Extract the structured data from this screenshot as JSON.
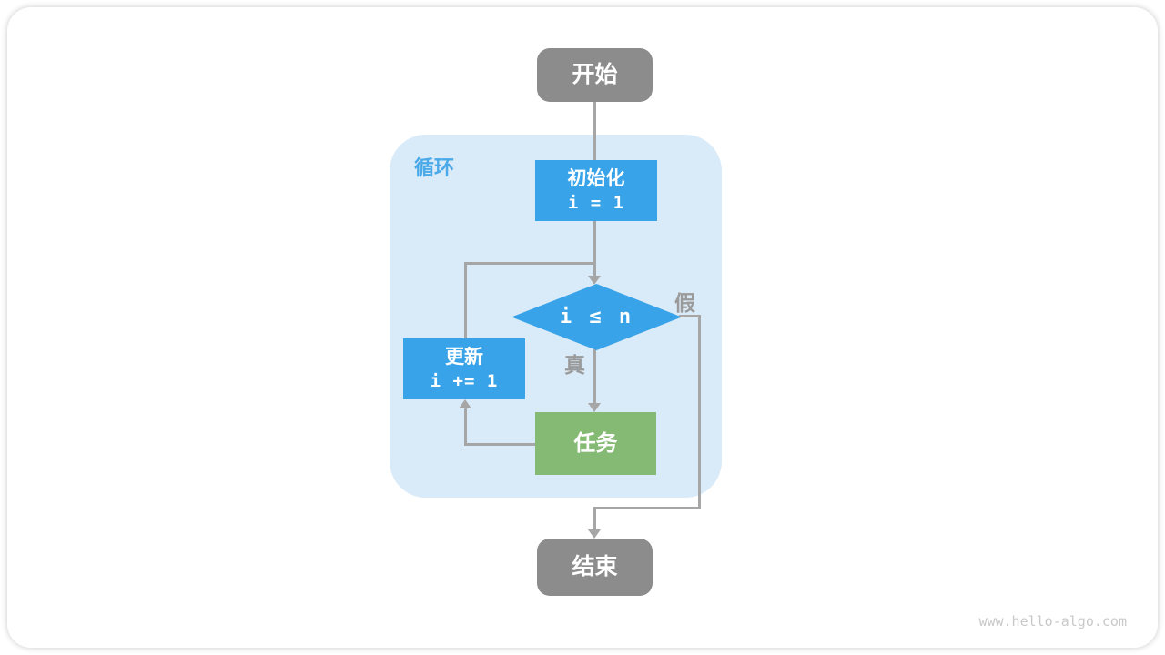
{
  "diagram": {
    "loop_label": "循环",
    "nodes": {
      "start": {
        "label": "开始"
      },
      "init": {
        "title": "初始化",
        "code": "i = 1"
      },
      "cond": {
        "label": "i ≤ n"
      },
      "update": {
        "title": "更新",
        "code": "i += 1"
      },
      "task": {
        "label": "任务"
      },
      "end": {
        "label": "结束"
      }
    },
    "edge_labels": {
      "true_branch": "真",
      "false_branch": "假"
    }
  },
  "watermark": "www.hello-algo.com",
  "colors": {
    "node_gray": "#8c8c8c",
    "node_blue": "#38a3e8",
    "node_green": "#84ba74",
    "loop_background": "#d9eaf8",
    "loop_label_blue": "#4aa9e8",
    "arrow_gray": "#a6a6a6",
    "edge_label_gray": "#9a9a9a",
    "watermark_gray": "#c9c9c9"
  }
}
